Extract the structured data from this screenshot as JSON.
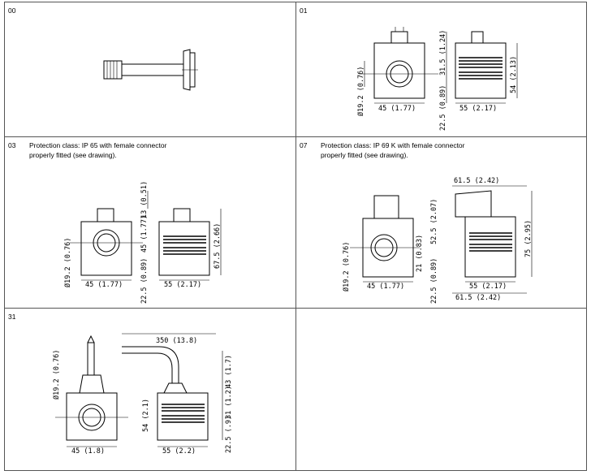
{
  "cells": [
    {
      "code": "00",
      "note": ""
    },
    {
      "code": "01",
      "note": "",
      "dims": {
        "d": "Ø19.2 (0.76)",
        "w1": "45 (1.77)",
        "h1": "22.5 (0.89)",
        "h2": "31.5 (1.24)",
        "h3": "54 (2.13)",
        "w2": "55 (2.17)"
      }
    },
    {
      "code": "03",
      "note_line1": "Protection class: IP 65 with female connector",
      "note_line2": "properly fitted (see drawing).",
      "dims": {
        "d": "Ø19.2 (0.76)",
        "w1": "45 (1.77)",
        "h1": "22.5 (0.89)",
        "h2": "45 (1.77)",
        "h3": "13 (0.51)",
        "h4": "67.5 (2.66)",
        "w2": "55 (2.17)"
      }
    },
    {
      "code": "07",
      "note_line1": "Protection class:  IP 69 K with female connector",
      "note_line2": "properly fitted (see drawing).",
      "dims": {
        "d": "Ø19.2 (0.76)",
        "w1": "45 (1.77)",
        "h1": "22.5 (0.89)",
        "h2": "21 (0.83)",
        "h3": "52.5 (2.07)",
        "h4": "75 (2.95)",
        "w2": "55 (2.17)",
        "w3": "61.5 (2.42)",
        "w4": "61.5 (2.42)"
      }
    },
    {
      "code": "31",
      "note": "",
      "dims": {
        "d": "Ø19.2 (0.76)",
        "w1": "45 (1.8)",
        "h1": "54 (2.1)",
        "len": "350 (13.8)",
        "h2": "43 (1.7)",
        "h3": "31 (1.2)",
        "h4": "22.5 (.9)",
        "w2": "55 (2.2)"
      }
    },
    {
      "code": "",
      "note": ""
    }
  ]
}
